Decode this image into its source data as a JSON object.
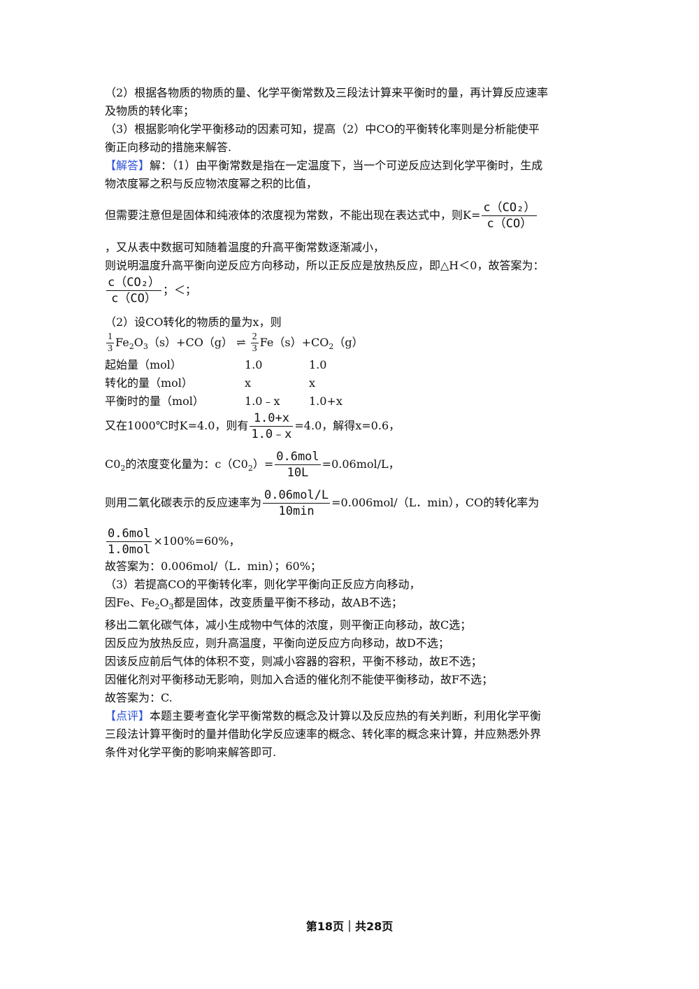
{
  "text": {
    "p2_a": "（2）根据各物质的物质的量、化学平衡常数及三段法计算来平衡时的量，再计算反应速率",
    "p2_b": "及物质的转化率；",
    "p3_a": "（3）根据影响化学平衡移动的因素可知，提高（2）中CO的平衡转化率则是分析能使平",
    "p3_b": "衡正向移动的措施来解答.",
    "ans_tag": "【解答】",
    "ans_a": "解：（1）由平衡常数是指在一定温度下，当一个可逆反应达到化学平衡时，生成",
    "ans_b": "物浓度幂之积与反应物浓度幂之积的比值，",
    "k_prefix": "但需要注意但是固体和纯液体的浓度视为常数，不能出现在表达式中，则K=",
    "k_num": "c（CO₂）",
    "k_den": "c（CO）",
    "after_k": "，又从表中数据可知随着温度的升高平衡常数逐渐减小，",
    "heat_line": "则说明温度升高平衡向逆反应方向移动，所以正反应是放热反应，即△H＜0，故答案为：",
    "ans1_num": "c（CO₂）",
    "ans1_den": "c（CO）",
    "ans1_suffix": "；＜；",
    "p2_set": "（2）设CO转化的物质的量为x，则",
    "eq_coef_num": "1",
    "eq_coef_den": "3",
    "eq_mid": "（s）+CO（g）",
    "eq_arrow": "⇌",
    "eq_coef2_num": "2",
    "eq_coef2_den": "3",
    "eq_fe": "Fe（s）+CO",
    "eq_tail": "（g）",
    "row1": [
      "起始量（mol）",
      "1.0",
      "1.0"
    ],
    "row2": [
      "转化的量（mol）",
      "x",
      "x"
    ],
    "row3": [
      "平衡时的量（mol）",
      "1.0﹣x",
      "1.0+x"
    ],
    "k_calc_prefix": "又在1000℃时K=4.0，则有",
    "k_calc_num": "1.0+x",
    "k_calc_den": "1.0﹣x",
    "k_calc_suffix": "=4.0，解得x=0.6，",
    "co2_prefix_a": "C0",
    "co2_prefix_b": "的浓度变化量为：c（C0",
    "co2_prefix_c": "）=",
    "co2_num": "0.6mol",
    "co2_den": "10L",
    "co2_suffix": "=0.06mol/L，",
    "rate_prefix": "则用二氧化碳表示的反应速率为",
    "rate_num": "0.06mol/L",
    "rate_den": "10min",
    "rate_suffix": "=0.006mol/（L．min），CO的转化率为",
    "conv_num": "0.6mol",
    "conv_den": "1.0mol",
    "conv_suffix": "×100%=60%，",
    "ans2": "故答案为：0.006mol/（L．min）；60%；",
    "p3_1": "（3）若提高CO的平衡转化率，则化学平衡向正反应方向移动，",
    "p3_2a": "因Fe、Fe",
    "p3_2b": "都是固体，改变质量平衡不移动，故AB不选；",
    "p3_3": "移出二氧化碳气体，减小生成物中气体的浓度，则平衡正向移动，故C选；",
    "p3_4": "因反应为放热反应，则升高温度，平衡向逆反应方向移动，故D不选；",
    "p3_5": "因该反应前后气体的体积不变，则减小容器的容积，平衡不移动，故E不选；",
    "p3_6": "因催化剂对平衡移动无影响，则加入合适的催化剂不能使平衡移动，故F不选；",
    "p3_7": "故答案为：C.",
    "review_tag": "【点评】",
    "review_a": "本题主要考查化学平衡常数的概念及计算以及反应热的有关判断，利用化学平衡",
    "review_b": "三段法计算平衡时的量并借助化学反应速率的概念、转化率的概念来计算，并应熟悉外界",
    "review_c": "条件对化学平衡的影响来解答即可."
  },
  "footer": "第18页｜共28页"
}
